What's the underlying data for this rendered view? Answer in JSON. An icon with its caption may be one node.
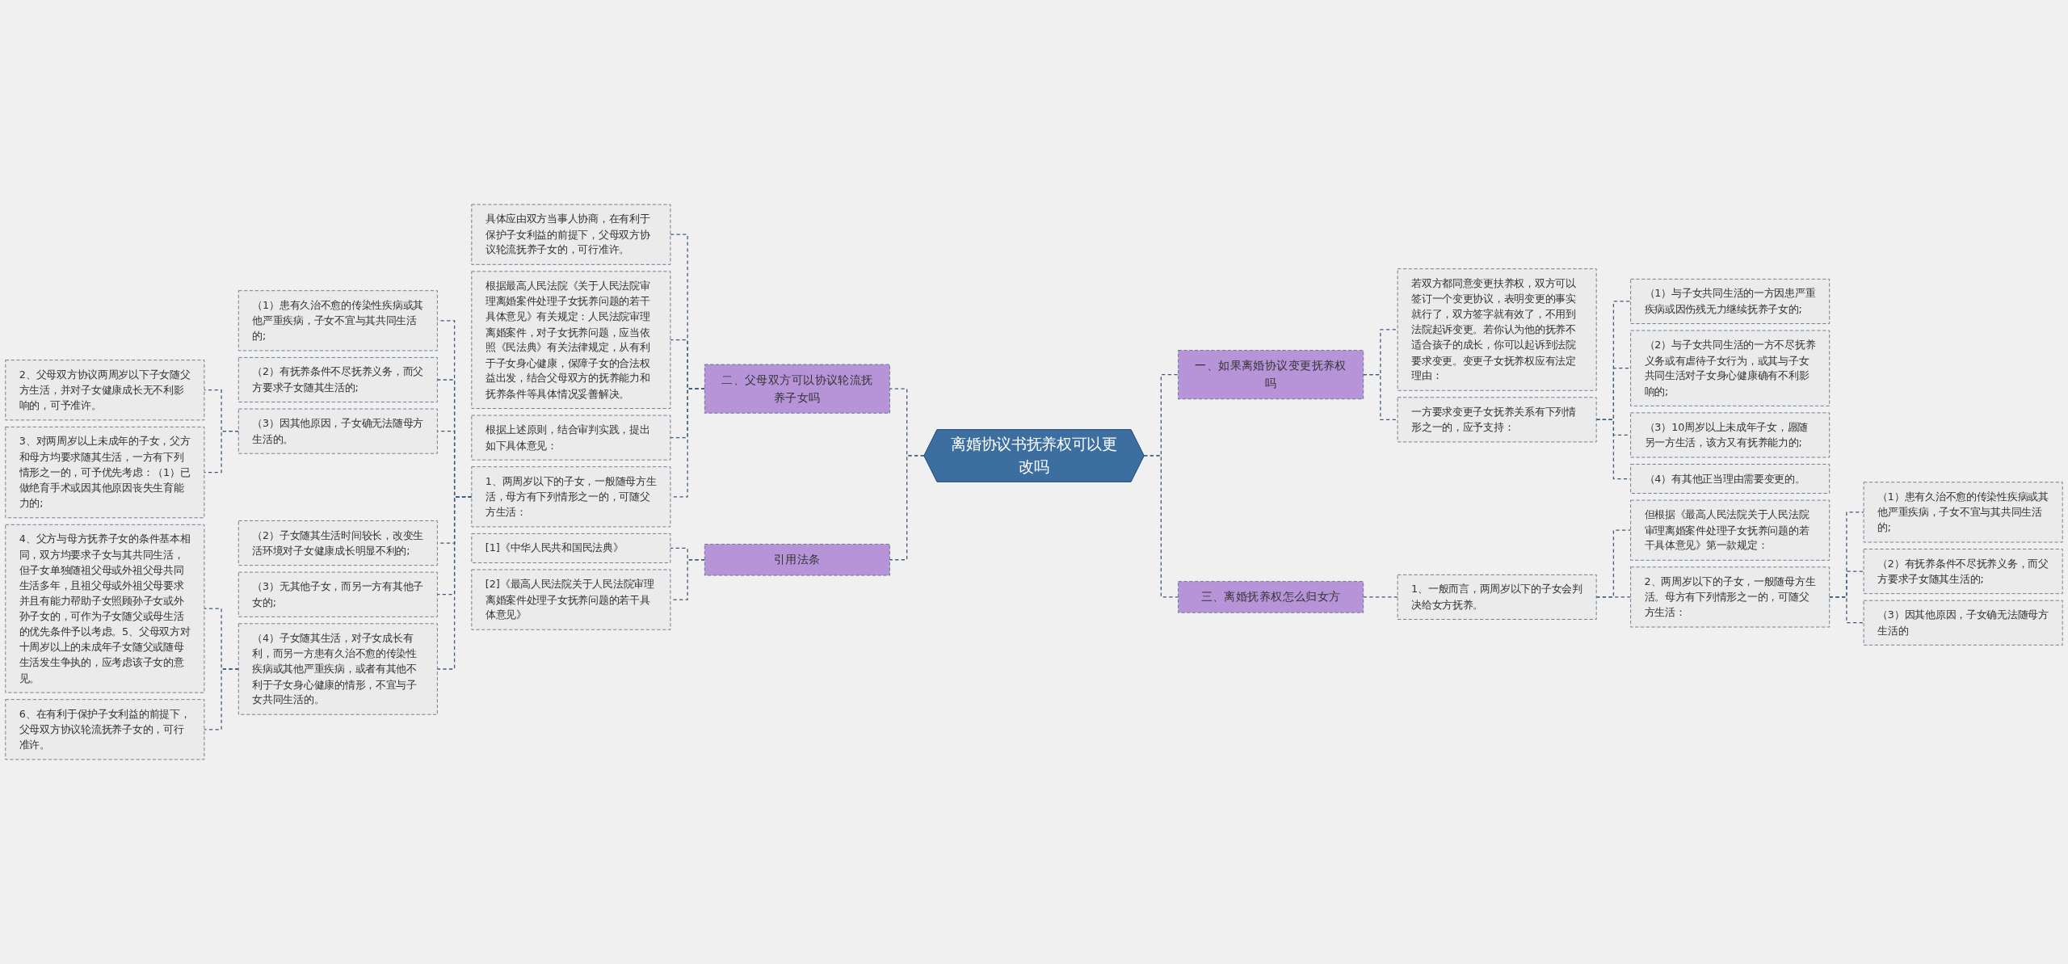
{
  "diagram": {
    "nodes": [
      {
        "text": [
          "离婚协议书抚养权可以更改吗"
        ]
      },
      {
        "text": [
          "一、如果离婚协议变更抚养权吗"
        ]
      },
      {
        "text": [
          "若双方都同意变更扶养权，双方可以签订一个变更协议，表明变更的事实就行了，双方签字就有效了，不用到法院起诉变更。若你认为他的抚养不适合孩子的成长，你可以起诉到法院要求变更。变更子女抚养权应有法定理由："
        ]
      },
      {
        "text": [
          "一方要求变更子女抚养关系有下列情形之一的，应予支持："
        ]
      },
      {
        "text": [
          "（1）与子女共同生活的一方因患严重疾病或因伤残无力继续抚养子女的;"
        ]
      },
      {
        "text": [
          "（2）与子女共同生活的一方不尽抚养义务或有虐待子女行为，或其与子女共同生活对子女身心健康确有不利影响的;"
        ]
      },
      {
        "text": [
          "（3）10周岁以上未成年子女，愿随另一方生活，该方又有抚养能力的;"
        ]
      },
      {
        "text": [
          "（4）有其他正当理由需要变更的。"
        ]
      },
      {
        "text": [
          "三、离婚抚养权怎么归女方"
        ]
      },
      {
        "text": [
          "1、一般而言，两周岁以下的子女会判决给女方抚养。"
        ]
      },
      {
        "text": [
          "但根据《最高人民法院关于人民法院审理离婚案件处理子女抚养问题的若干具体意见》第一款规定："
        ]
      },
      {
        "text": [
          "2、两周岁以下的子女，一般随母方生活。母方有下列情形之一的，可随父方生活："
        ]
      },
      {
        "text": [
          "（1）患有久治不愈的传染性疾病或其他严重疾病，子女不宜与其共同生活的;"
        ]
      },
      {
        "text": [
          "（2）有抚养条件不尽抚养义务，而父方要求子女随其生活的;"
        ]
      },
      {
        "text": [
          "（3）因其他原因，子女确无法随母方生活的"
        ]
      },
      {
        "text": [
          "二、父母双方可以协议轮流抚养子女吗"
        ]
      },
      {
        "text": [
          "具体应由双方当事人协商，在有利于保护子女利益的前提下，父母双方协议轮流抚养子女的，可行准许。"
        ]
      },
      {
        "text": [
          "根据最高人民法院《关于人民法院审理离婚案件处理子女抚养问题的若干具体意见》有关规定：人民法院审理离婚案件，对子女抚养问题，应当依照《民法典》有关法律规定，从有利于子女身心健康，保障子女的合法权益出发，结合父母双方的抚养能力和抚养条件等具体情况妥善解决。"
        ]
      },
      {
        "text": [
          "根据上述原则，结合审判实践，提出如下具体意见："
        ]
      },
      {
        "text": [
          "1、两周岁以下的子女，一般随母方生活，母方有下列情形之一的，可随父方生活："
        ]
      },
      {
        "text": [
          "（1）患有久治不愈的传染性疾病或其他严重疾病，子女不宜与其共同生活的;"
        ]
      },
      {
        "text": [
          "（2）有抚养条件不尽抚养义务，而父方要求子女随其生活的;"
        ]
      },
      {
        "text": [
          "（3）因其他原因，子女确无法随母方生活的。"
        ]
      },
      {
        "text": [
          "2、父母双方协议两周岁以下子女随父方生活，并对子女健康成长无不利影响的，可予准许。"
        ]
      },
      {
        "text": [
          "3、对两周岁以上未成年的子女，父方和母方均要求随其生活，一方有下列情形之一的，可予优先考虑：（1）已做绝育手术或因其他原因丧失生育能力的;"
        ]
      },
      {
        "text": [
          "（2）子女随其生活时间较长，改变生活环境对子女健康成长明显不利的;"
        ]
      },
      {
        "text": [
          "（3）无其他子女，而另一方有其他子女的;"
        ]
      },
      {
        "text": [
          "（4）子女随其生活，对子女成长有利，而另一方患有久治不愈的传染性疾病或其他严重疾病，或者有其他不利于子女身心健康的情形，不宜与子女共同生活的。"
        ]
      },
      {
        "text": [
          "4、父方与母方抚养子女的条件基本相同，双方均要求子女与其共同生活，但子女单独随祖父母或外祖父母共同生活多年，且祖父母或外祖父母要求并且有能力帮助子女照顾孙子女或外孙子女的，可作为子女随父或母生活的优先条件予以考虑。5、父母双方对十周岁以上的未成年子女随父或随母生活发生争执的，应考虑该子女的意见。"
        ]
      },
      {
        "text": [
          "6、在有利于保护子女利益的前提下，父母双方协议轮流抚养子女的，可行准许。"
        ]
      },
      {
        "text": [
          "引用法条"
        ]
      },
      {
        "text": [
          "[1]《中华人民共和国民法典》"
        ]
      },
      {
        "text": [
          "[2]《最高人民法院关于人民法院审理离婚案件处理子女抚养问题的若干具体意见》"
        ]
      }
    ],
    "edges": [
      {
        "from": 0,
        "to": 1,
        "arrow": "none",
        "style": "dashed"
      },
      {
        "from": 1,
        "to": 2,
        "arrow": "none",
        "style": "dashed"
      },
      {
        "from": 1,
        "to": 3,
        "arrow": "none",
        "style": "dashed"
      },
      {
        "from": 3,
        "to": 4,
        "arrow": "none",
        "style": "dashed"
      },
      {
        "from": 3,
        "to": 5,
        "arrow": "none",
        "style": "dashed"
      },
      {
        "from": 3,
        "to": 6,
        "arrow": "none",
        "style": "dashed"
      },
      {
        "from": 3,
        "to": 7,
        "arrow": "none",
        "style": "dashed"
      },
      {
        "from": 0,
        "to": 8,
        "arrow": "none",
        "style": "dashed"
      },
      {
        "from": 8,
        "to": 9,
        "arrow": "none",
        "style": "dashed"
      },
      {
        "from": 9,
        "to": 10,
        "arrow": "none",
        "style": "dashed"
      },
      {
        "from": 9,
        "to": 11,
        "arrow": "none",
        "style": "dashed"
      },
      {
        "from": 11,
        "to": 12,
        "arrow": "none",
        "style": "dashed"
      },
      {
        "from": 11,
        "to": 13,
        "arrow": "none",
        "style": "dashed"
      },
      {
        "from": 11,
        "to": 14,
        "arrow": "none",
        "style": "dashed"
      },
      {
        "from": 0,
        "to": 15,
        "arrow": "none",
        "style": "dashed"
      },
      {
        "from": 15,
        "to": 16,
        "arrow": "none",
        "style": "dashed"
      },
      {
        "from": 15,
        "to": 17,
        "arrow": "none",
        "style": "dashed"
      },
      {
        "from": 15,
        "to": 18,
        "arrow": "none",
        "style": "dashed"
      },
      {
        "from": 15,
        "to": 19,
        "arrow": "none",
        "style": "dashed"
      },
      {
        "from": 19,
        "to": 20,
        "arrow": "none",
        "style": "dashed"
      },
      {
        "from": 19,
        "to": 21,
        "arrow": "none",
        "style": "dashed"
      },
      {
        "from": 19,
        "to": 22,
        "arrow": "none",
        "style": "dashed"
      },
      {
        "from": 22,
        "to": 23,
        "arrow": "none",
        "style": "dashed"
      },
      {
        "from": 22,
        "to": 24,
        "arrow": "none",
        "style": "dashed"
      },
      {
        "from": 19,
        "to": 25,
        "arrow": "none",
        "style": "dashed"
      },
      {
        "from": 19,
        "to": 26,
        "arrow": "none",
        "style": "dashed"
      },
      {
        "from": 19,
        "to": 27,
        "arrow": "none",
        "style": "dashed"
      },
      {
        "from": 27,
        "to": 28,
        "arrow": "none",
        "style": "dashed"
      },
      {
        "from": 27,
        "to": 29,
        "arrow": "none",
        "style": "dashed"
      },
      {
        "from": 0,
        "to": 30,
        "arrow": "none",
        "style": "dashed"
      },
      {
        "from": 30,
        "to": 31,
        "arrow": "none",
        "style": "dashed"
      },
      {
        "from": 30,
        "to": 32,
        "arrow": "none",
        "style": "dashed"
      }
    ]
  }
}
